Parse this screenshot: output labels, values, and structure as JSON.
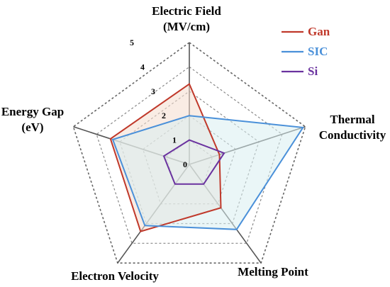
{
  "chart_data": {
    "type": "radar",
    "axes": [
      {
        "label_lines": [
          "Electric Field",
          "(MV/cm)"
        ]
      },
      {
        "label_lines": [
          "Thermal",
          "Conductivity"
        ]
      },
      {
        "label_lines": [
          "Melting Point"
        ]
      },
      {
        "label_lines": [
          "Electron Velocity"
        ]
      },
      {
        "label_lines": [
          "Energy Gap",
          "(eV)"
        ]
      }
    ],
    "ticks": [
      "0",
      "1",
      "2",
      "3",
      "4",
      "5"
    ],
    "rlim": [
      0,
      5
    ],
    "grid": true,
    "legend_position": "top-right",
    "series": [
      {
        "name": "Gan",
        "color": "#c0392b",
        "fill": "#f4dccd",
        "values": [
          3.3,
          1.3,
          2.2,
          3.4,
          3.4
        ]
      },
      {
        "name": "SIC",
        "color": "#4a90d9",
        "fill": "#d8eef0",
        "values": [
          2.0,
          4.9,
          3.3,
          3.1,
          3.3
        ]
      },
      {
        "name": "Si",
        "color": "#6a329f",
        "fill": "none",
        "values": [
          1.0,
          1.5,
          1.0,
          1.0,
          1.1
        ]
      }
    ]
  }
}
